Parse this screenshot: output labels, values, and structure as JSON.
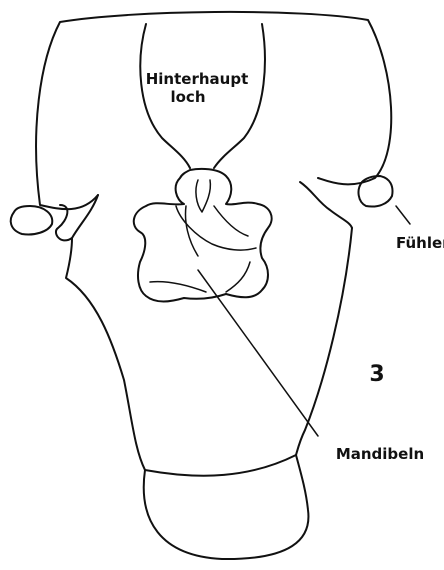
{
  "figure": {
    "labels": {
      "hinterhaupt_line1": "Hinterhaupt",
      "hinterhaupt_line2": "loch",
      "fuehler": "Fühler",
      "mandibeln": "Mandibeln",
      "figure_number": "3"
    },
    "colors": {
      "ink": "#111111",
      "paper": "#ffffff"
    }
  }
}
